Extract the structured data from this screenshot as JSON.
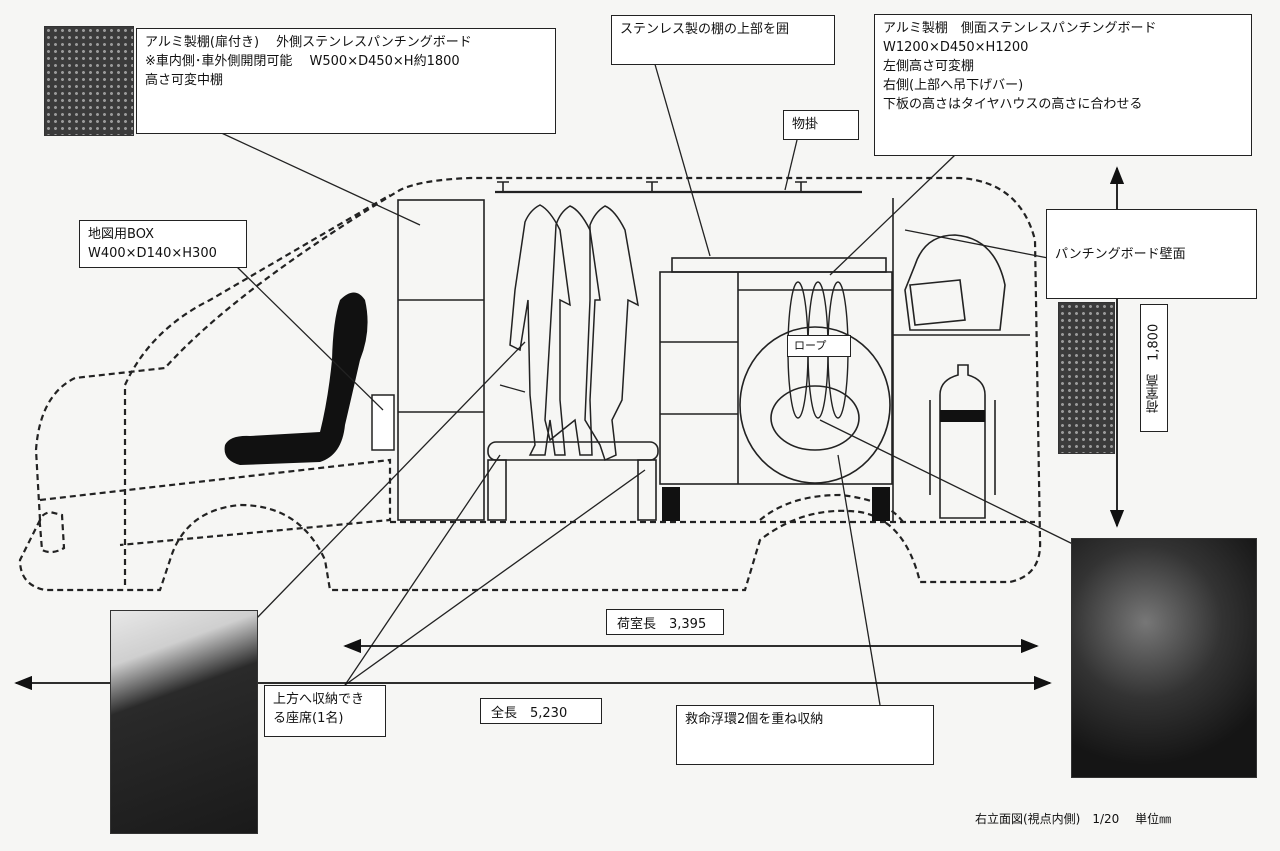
{
  "callouts": {
    "top_left": [
      "アルミ製棚(扉付き)　 外側ステンレスパンチングボード",
      "※車内側･車外側開閉可能　 W500×D450×H約1800",
      "高さ可変中棚"
    ],
    "top_middle": "ステンレス製の棚の上部を囲",
    "hanger": "物掛",
    "top_right": [
      "アルミ製棚　側面ステンレスパンチングボード",
      "W1200×D450×H1200",
      "左側高さ可変棚",
      "右側(上部へ吊下げバー)",
      "下板の高さはタイヤハウスの高さに合わせる"
    ],
    "map_box": [
      "地図用BOX",
      "W400×D140×H300"
    ],
    "punching_wall": "パンチングボード壁面",
    "seat": [
      "上方へ収納でき",
      "る座席(1名)"
    ],
    "life_ring": "救命浮環2個を重ね収納",
    "rope": "ロープ"
  },
  "dimensions": {
    "cargo_length": "荷室長　3,395",
    "total_length": "全長　5,230",
    "cargo_height": "荷室高　1,800"
  },
  "footer": "右立面図(視点内側)　1/20　 単位㎜"
}
